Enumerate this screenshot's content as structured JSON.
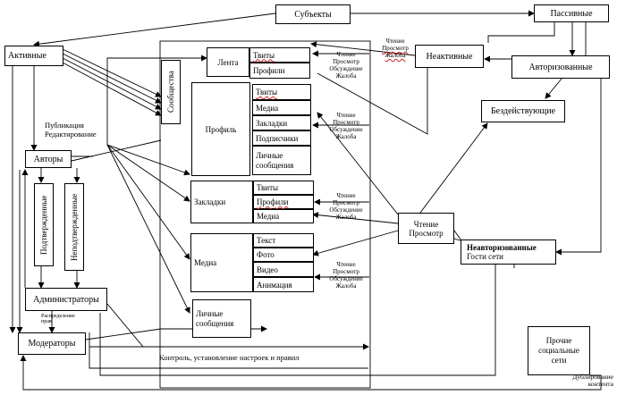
{
  "nodes": {
    "subjects": "Субъекты",
    "active": "Активные",
    "passive": "Пассивные",
    "inactive": "Неактивные",
    "authorized": "Авторизованные",
    "idle": "Бездействующие",
    "communities": "Сообщества",
    "feed": "Лента",
    "feed_tweets": "Твиты",
    "feed_profiles": "Профили",
    "profile": "Профиль",
    "profile_items": [
      "Твиты",
      "Медиа",
      "Закладки",
      "Подписчики",
      "Личные сообщения"
    ],
    "bookmarks": "Закладки",
    "bookmarks_items": [
      "Твиты",
      "Профили",
      "Медиа"
    ],
    "media": "Медиа",
    "media_items": [
      "Текст",
      "Фото",
      "Видео",
      "Анимация"
    ],
    "private_messages": "Личные сообщения",
    "authors": "Авторы",
    "confirmed": "Подтвержденные",
    "unconfirmed": "Неподтвержденные",
    "administrators": "Администраторы",
    "moderators": "Модераторы",
    "read_view": "Чтение Просмотр",
    "unauthorized": "Неавторизованные",
    "guests": "Гости сети",
    "other_networks": "Прочие социальные сети"
  },
  "labels": {
    "publish": "Публикация",
    "edit": "Редактирование",
    "rights": "Распределение прав",
    "control": "Контроль, установление настроек и правил",
    "duplicate": "Дублирование контента",
    "rvdc_1": [
      "Чтение",
      "Просмотр",
      "Обсуждение",
      "Жалоба"
    ],
    "rvdc_2": [
      "Чтение",
      "Просмотр",
      "Обсуждение",
      "Жалоба"
    ],
    "rvdc_3": [
      "Чтение",
      "Просмотр",
      "Обсуждение",
      "Жалоба"
    ],
    "rvdc_4": [
      "Чтение",
      "Просмотр",
      "Обсуждение",
      "Жалоба"
    ],
    "rvj_top": [
      "Чтение",
      "Просмотр",
      "Жалоба"
    ]
  }
}
